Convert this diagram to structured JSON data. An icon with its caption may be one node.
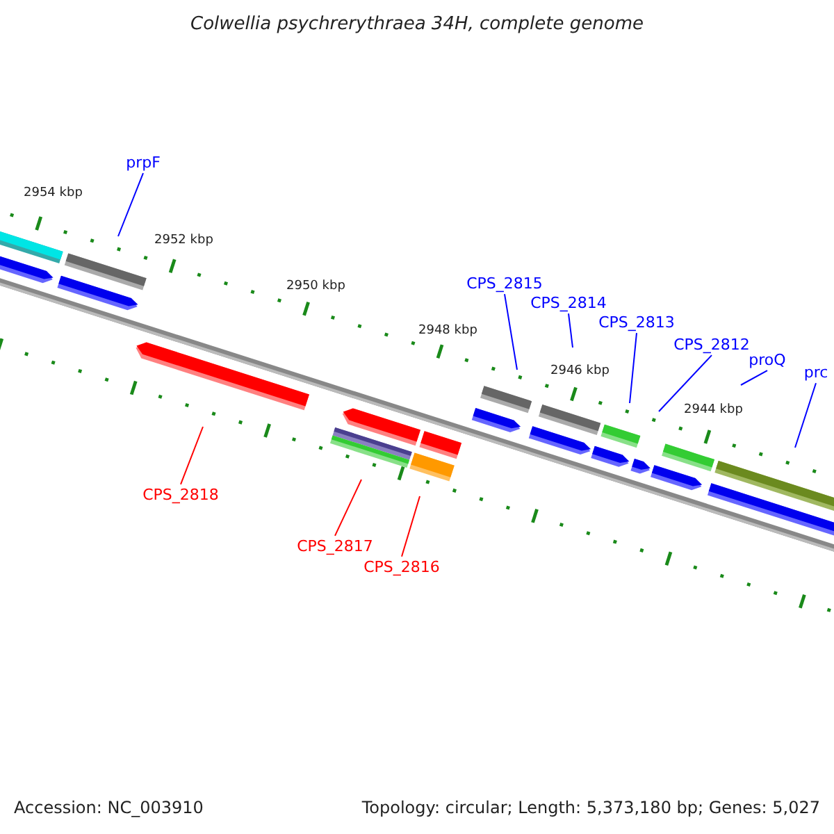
{
  "diagram": {
    "title": "Colwellia psychrerythraea 34H, complete genome",
    "nodes": [
      {
        "text": [
          "prpF"
        ]
      },
      {
        "text": [
          "CPS_2815"
        ]
      },
      {
        "text": [
          "CPS_2814"
        ]
      },
      {
        "text": [
          "CPS_2813"
        ]
      },
      {
        "text": [
          "CPS_2812"
        ]
      },
      {
        "text": [
          "proQ"
        ]
      },
      {
        "text": [
          "prc"
        ]
      },
      {
        "text": [
          "CPS_2818"
        ]
      },
      {
        "text": [
          "CPS_2817"
        ]
      },
      {
        "text": [
          "CPS_2816"
        ]
      }
    ],
    "edges": [
      {
        "from": 0,
        "to": null,
        "arrow": "none"
      },
      {
        "from": 1,
        "to": null,
        "arrow": "none"
      },
      {
        "from": 2,
        "to": null,
        "arrow": "none"
      },
      {
        "from": 3,
        "to": null,
        "arrow": "none"
      },
      {
        "from": 4,
        "to": null,
        "arrow": "none"
      },
      {
        "from": 5,
        "to": null,
        "arrow": "none"
      },
      {
        "from": 6,
        "to": null,
        "arrow": "none"
      },
      {
        "from": 7,
        "to": null,
        "arrow": "none",
        "color": "#ff0000"
      },
      {
        "from": 8,
        "to": null,
        "arrow": "none",
        "color": "#ff0000"
      },
      {
        "from": 9,
        "to": null,
        "arrow": "none",
        "color": "#ff0000"
      }
    ],
    "labels": [
      "2954 kbp",
      "2952 kbp",
      "2950 kbp",
      "2948 kbp",
      "2946 kbp",
      "2944 kbp",
      "Accession: NC_003910",
      "Topology: circular; Length: 5,373,180 bp; Genes: 5,027"
    ]
  }
}
